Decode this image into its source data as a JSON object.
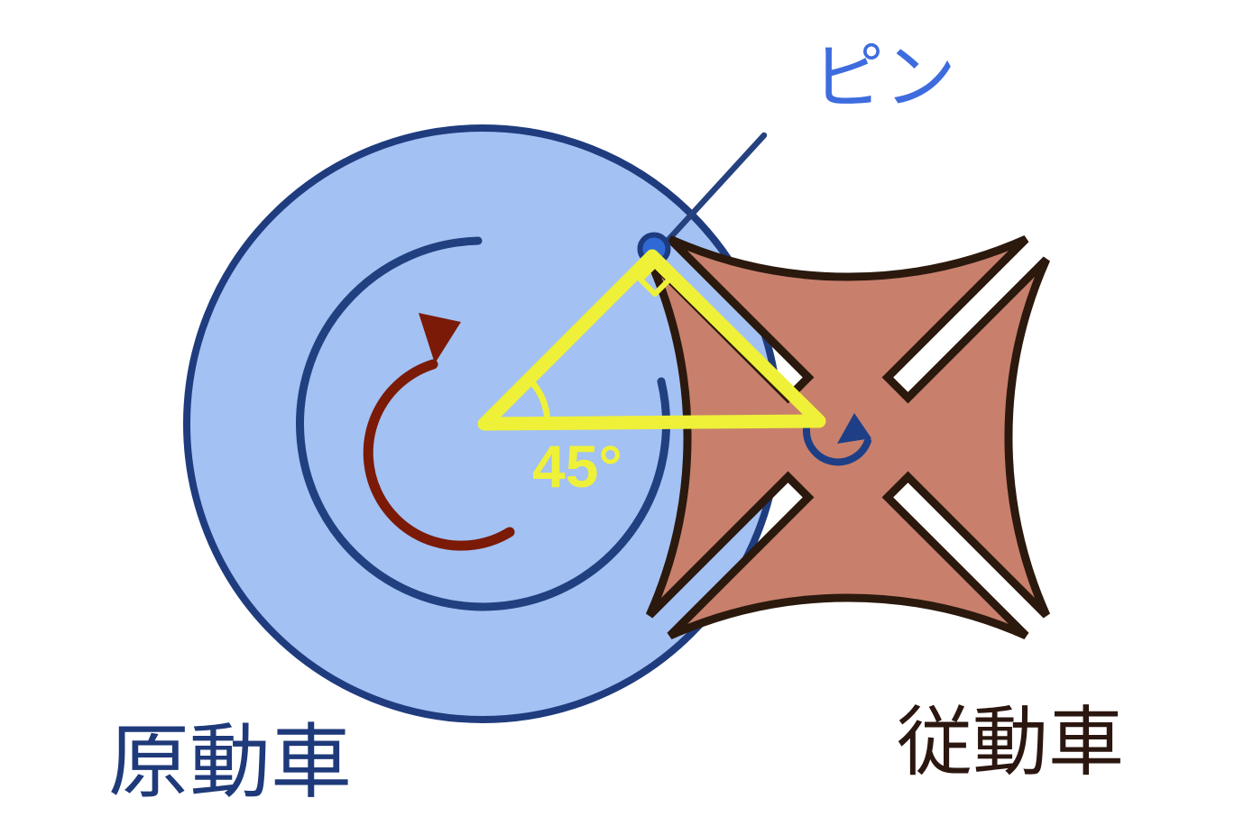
{
  "diagram": {
    "labels": {
      "pin": "ピン",
      "angle": "45°",
      "driving_wheel": "原動車",
      "driven_wheel": "従動車"
    },
    "annotations": {
      "driver_rotation": "clockwise",
      "driven_rotation": "counterclockwise",
      "angle_deg": 45
    },
    "colors": {
      "background": "#ffffff",
      "wheel_fill": "#a3c1f3",
      "wheel_stroke": "#1f3c7e",
      "inner_arc": "#21407f",
      "cross_fill": "#c8806c",
      "cross_stroke": "#2b190e",
      "highlight_yellow": "#eef138",
      "driver_arrow": "#7a1a07",
      "follower_arrow": "#1e3f86",
      "pin_fill": "#3069d6",
      "pin_stroke": "#1d3c80",
      "leader_line": "#25427f",
      "pin_label_color": "#3e6cdf",
      "driver_label_color": "#1f3a7a",
      "follower_label_color": "#2b1710"
    }
  }
}
